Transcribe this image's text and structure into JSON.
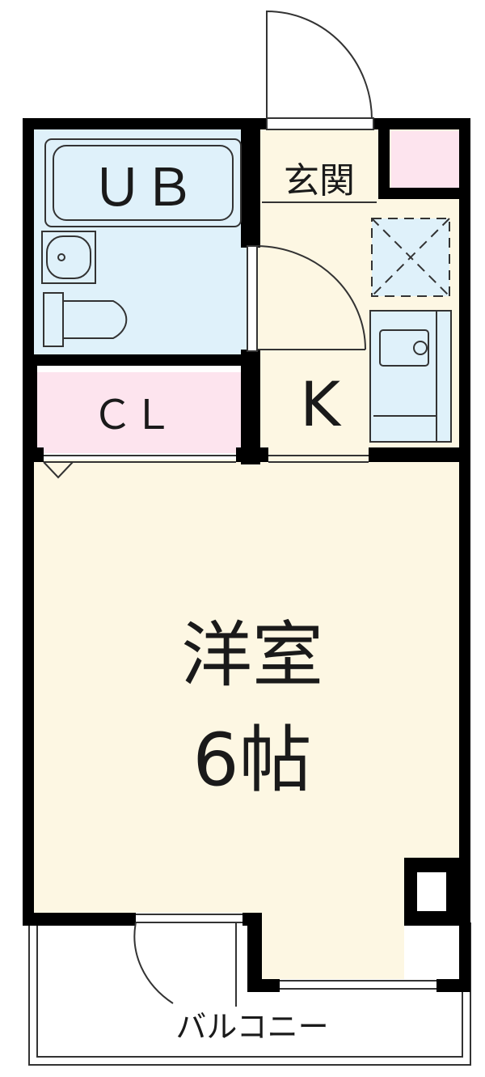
{
  "rooms": {
    "unit_bath": "ＵＢ",
    "entrance": "玄関",
    "closet": "ＣＬ",
    "kitchen": "K",
    "western_room": "洋室",
    "western_room_size": "6帖",
    "balcony": "バルコニー"
  },
  "colors": {
    "wall": "#000000",
    "bath_fill": "#dff1fa",
    "closet_fill": "#fde4ee",
    "room_fill": "#fdf7e3",
    "fixture_fill": "#dff1fa",
    "line": "#333333"
  }
}
